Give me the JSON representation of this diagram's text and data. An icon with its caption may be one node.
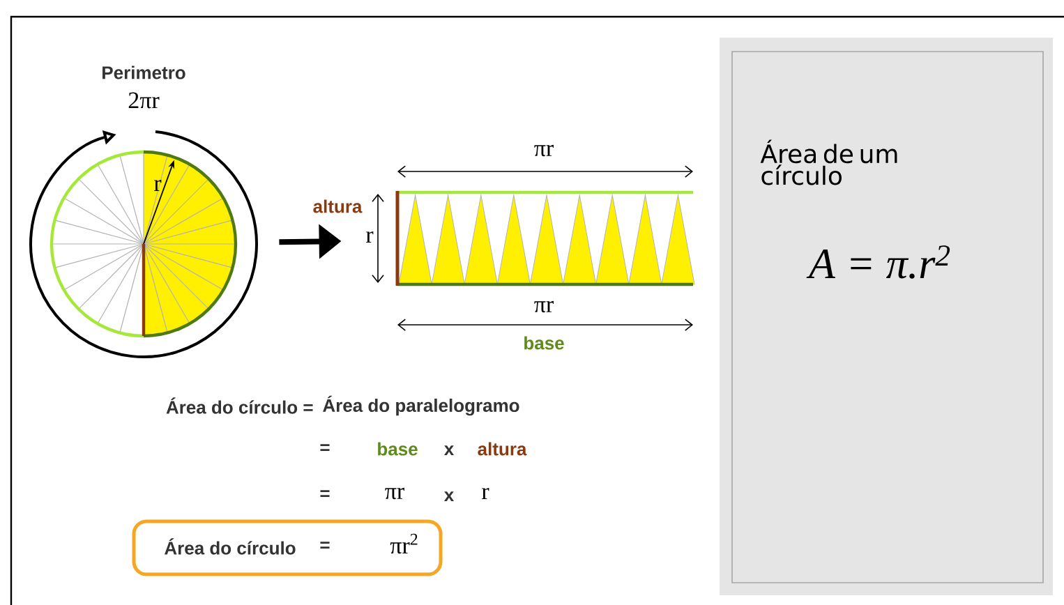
{
  "diagram": {
    "nodes": [
      {
        "text": [],
        "shape": "picture"
      },
      {
        "text": [],
        "shape": "picture"
      },
      {
        "text": [
          "Área do círculo",
          "=",
          "πr$^{2}$"
        ]
      },
      {
        "text": [
          "Área de um círculo",
          "A = π.r$^{2}$"
        ]
      }
    ],
    "edges": [
      {
        "from": 0,
        "to": 1,
        "arrow": "to"
      }
    ],
    "labels": [
      "Perimetro",
      "2πr",
      "r",
      "altura",
      "πr",
      "r",
      "πr",
      "base",
      "Área do círculo =",
      "Área do paralelogramo",
      "=",
      "base",
      "x",
      "altura",
      "=",
      "πr",
      "x",
      "r"
    ]
  }
}
